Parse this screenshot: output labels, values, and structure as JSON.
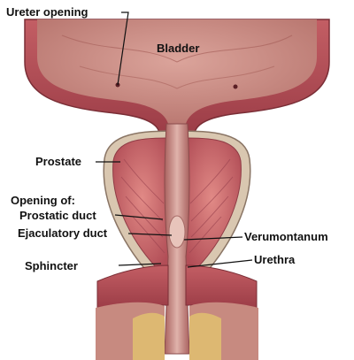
{
  "labels": {
    "ureter_opening": "Ureter opening",
    "bladder": "Bladder",
    "prostate": "Prostate",
    "opening_of": "Opening of:",
    "prostatic_duct": "Prostatic duct",
    "ejaculatory_duct": "Ejaculatory duct",
    "verumontanum": "Verumontanum",
    "sphincter": "Sphincter",
    "urethra": "Urethra"
  },
  "colors": {
    "bladder_lumen": "#c98f88",
    "muscle_wall": "#b5525a",
    "gland_tissue": "#cf6b6d",
    "capsule": "#d9c7b0",
    "label_text": "#111111"
  }
}
